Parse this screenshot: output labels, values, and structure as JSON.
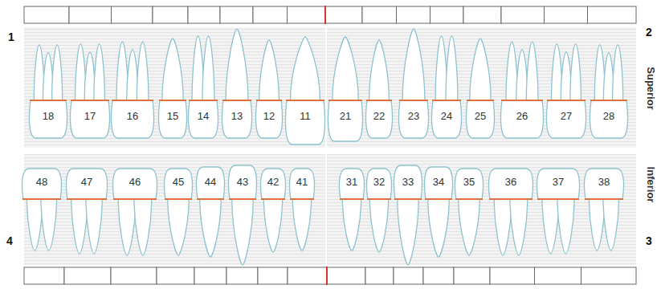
{
  "diagram": {
    "labels": [
      "1",
      "2",
      "Superior",
      "18",
      "17",
      "16",
      "15",
      "14",
      "13",
      "12",
      "11",
      "21",
      "22",
      "23",
      "24",
      "25",
      "26",
      "27",
      "28",
      "Inferior",
      "48",
      "47",
      "46",
      "45",
      "44",
      "43",
      "42",
      "41",
      "31",
      "32",
      "33",
      "34",
      "35",
      "36",
      "37",
      "38",
      "4",
      "3"
    ]
  }
}
